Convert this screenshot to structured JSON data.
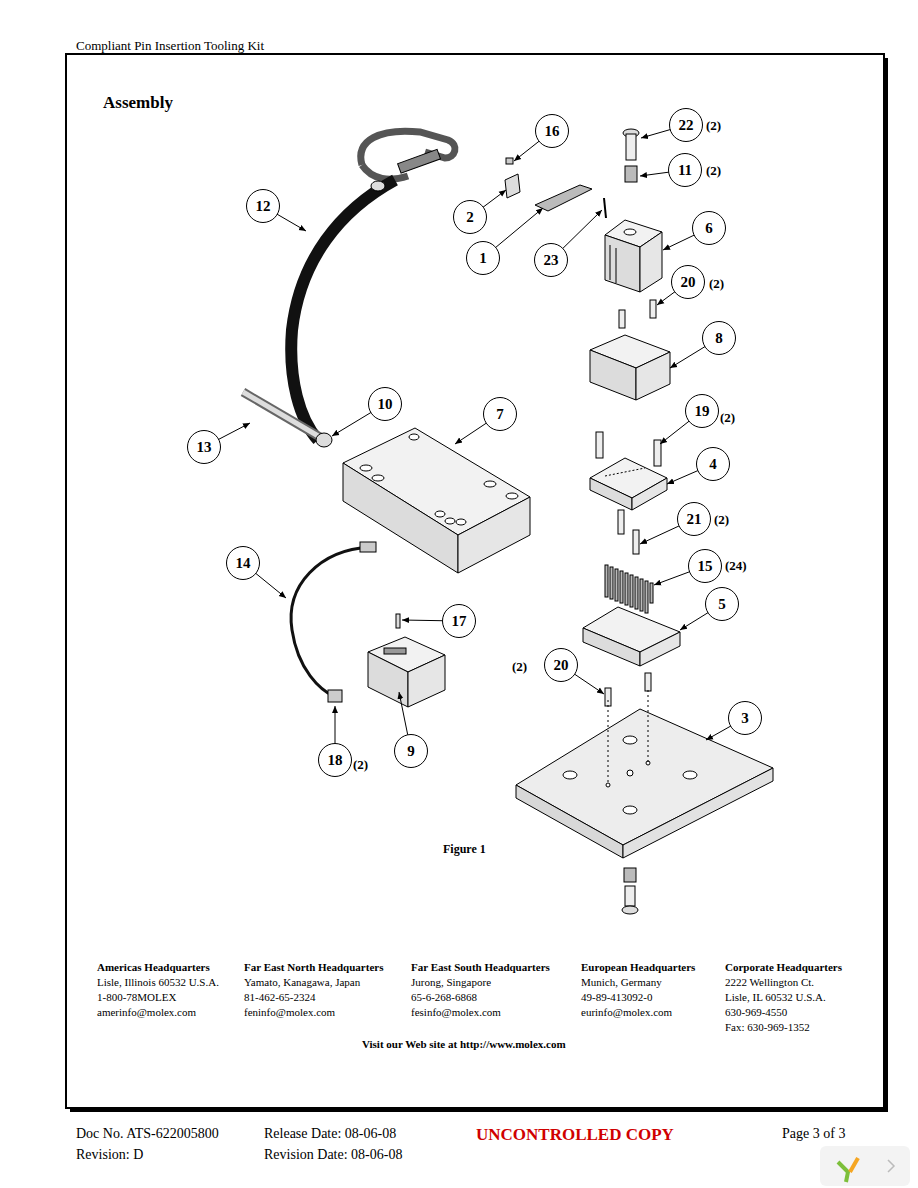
{
  "diagram": {
    "title": "Assembly",
    "caption": "Figure 1",
    "nodes": [
      {
        "text": [
          "16"
        ]
      },
      {
        "text": [
          "22"
        ]
      },
      {
        "text": [
          "12"
        ]
      },
      {
        "text": [
          "2"
        ]
      },
      {
        "text": [
          "11"
        ]
      },
      {
        "text": [
          "6"
        ]
      },
      {
        "text": [
          "1"
        ]
      },
      {
        "text": [
          "23"
        ]
      },
      {
        "text": [
          "20"
        ]
      },
      {
        "text": [
          "8"
        ]
      },
      {
        "text": [
          "10"
        ]
      },
      {
        "text": [
          "7"
        ]
      },
      {
        "text": [
          "19"
        ]
      },
      {
        "text": [
          "13"
        ]
      },
      {
        "text": [
          "4"
        ]
      },
      {
        "text": [
          "21"
        ]
      },
      {
        "text": [
          "14"
        ]
      },
      {
        "text": [
          "15"
        ]
      },
      {
        "text": [
          "5"
        ]
      },
      {
        "text": [
          "17"
        ]
      },
      {
        "text": [
          "20"
        ]
      },
      {
        "text": [
          "3"
        ]
      },
      {
        "text": [
          "9"
        ]
      },
      {
        "text": [
          "18"
        ]
      }
    ],
    "labels": [
      "Compliant Pin Insertion Tooling Kit",
      "(2)",
      "(2)",
      "(2)",
      "(2)",
      "(2)",
      "(24)",
      "(2)",
      "(2)",
      "Americas Headquarters",
      "Lisle, Illinois 60532 U.S.A.",
      "1-800-78MOLEX",
      "amerinfo@molex.com",
      "Far East North Headquarters",
      "Yamato, Kanagawa, Japan",
      "81-462-65-2324",
      "feninfo@molex.com",
      "Far East South Headquarters",
      "Jurong, Singapore",
      "65-6-268-6868",
      "fesinfo@molex.com",
      "European Headquarters",
      "Munich, Germany",
      "49-89-413092-0",
      "eurinfo@molex.com",
      "Corporate Headquarters",
      "2222 Wellington Ct.",
      "Lisle, IL 60532 U.S.A.",
      "630-969-4550",
      "Fax: 630-969-1352",
      "Visit our Web site at http://www.molex.com",
      "Doc No. ATS-622005800",
      "Revision: D",
      "Release Date: 08-06-08",
      "Revision Date: 08-06-08",
      "UNCONTROLLED COPY",
      "Page 3 of 3"
    ]
  }
}
